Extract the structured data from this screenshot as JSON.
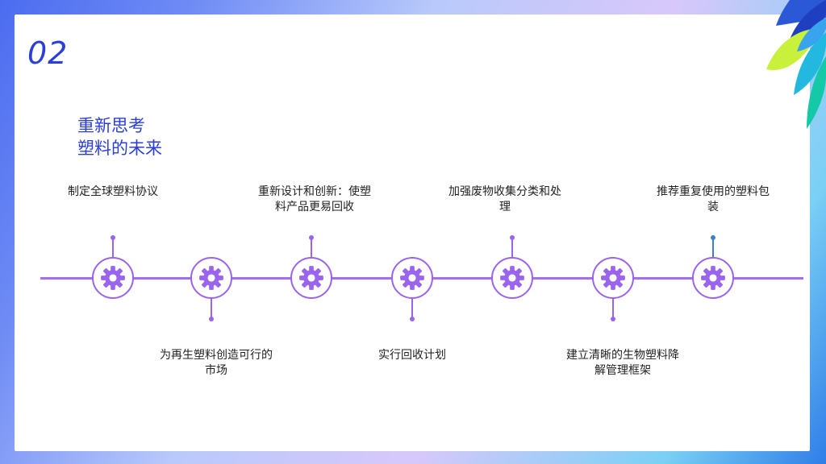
{
  "page_number": "02",
  "title_lines": [
    "重新思考",
    "塑料的未来"
  ],
  "steps": [
    {
      "label": "制定全球塑料协议",
      "position": "above"
    },
    {
      "label": "为再生塑料创造可行的市场",
      "position": "below"
    },
    {
      "label": "重新设计和创新：使塑料产品更易回收",
      "position": "above"
    },
    {
      "label": "实行回收计划",
      "position": "below"
    },
    {
      "label": "加强废物收集分类和处理",
      "position": "above"
    },
    {
      "label": "建立清晰的生物塑料降解管理框架",
      "position": "below"
    },
    {
      "label": "推荐重复使用的塑料包装",
      "position": "above"
    }
  ],
  "icons": {
    "step_icon": "gear-icon",
    "decoration": "leaves"
  },
  "colors": {
    "accent": "#2b3fd8",
    "timeline": "#9a64ee",
    "last_stem": "#3f7fc8"
  }
}
